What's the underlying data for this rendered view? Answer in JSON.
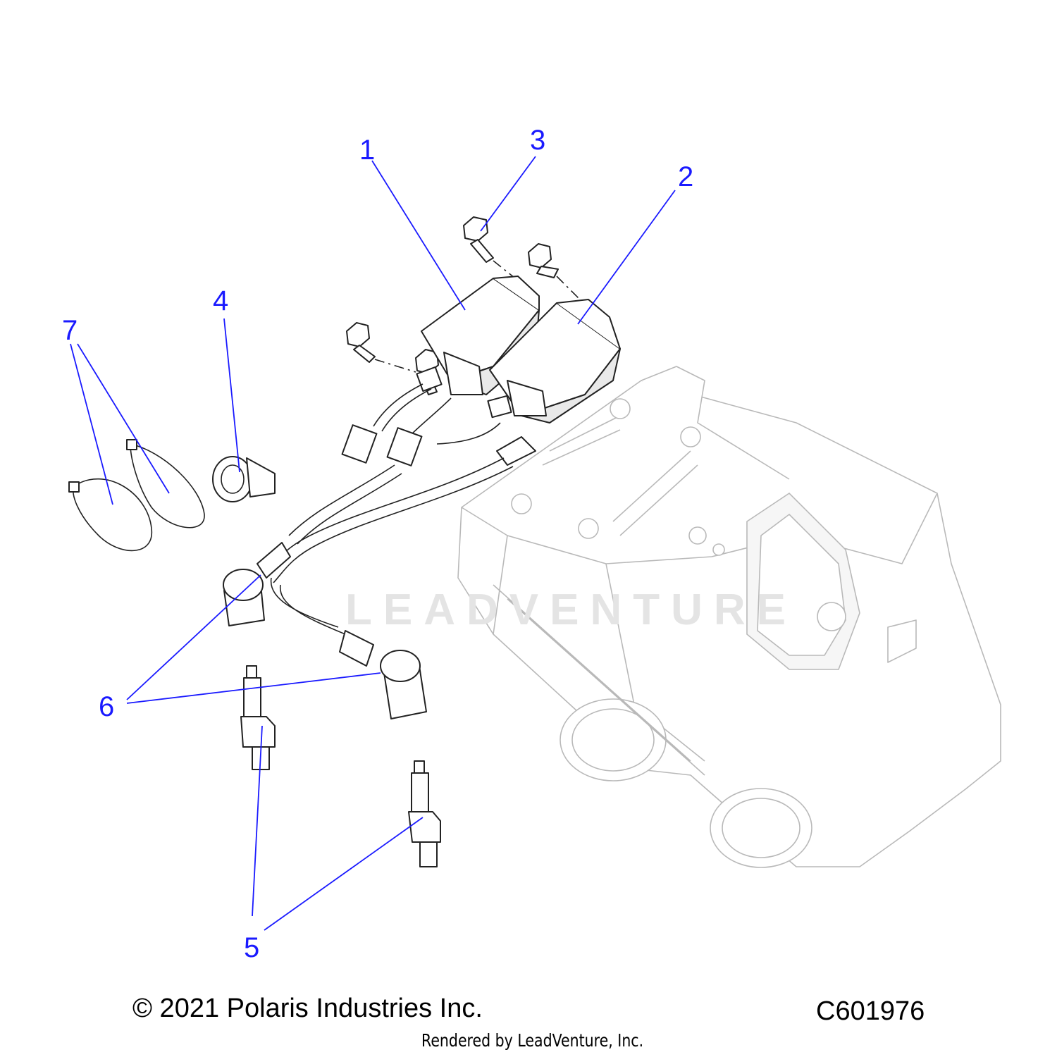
{
  "callouts": [
    {
      "number": "1",
      "part": "ignition-coil-front"
    },
    {
      "number": "2",
      "part": "ignition-coil-rear"
    },
    {
      "number": "3",
      "part": "coil-mounting-bolt"
    },
    {
      "number": "4",
      "part": "wire-clip"
    },
    {
      "number": "5",
      "part": "spark-plug"
    },
    {
      "number": "6",
      "part": "spark-plug-boot"
    },
    {
      "number": "7",
      "part": "cable-tie"
    }
  ],
  "watermark": "LEADVENTURE",
  "footer": {
    "copyright": "© 2021 Polaris Industries Inc.",
    "part_code": "C601976",
    "rendered_by": "Rendered by LeadVenture, Inc."
  },
  "colors": {
    "callout": "#1a1aff",
    "line": "#222222",
    "ghost_line": "#b9b9b9",
    "background": "#ffffff"
  }
}
